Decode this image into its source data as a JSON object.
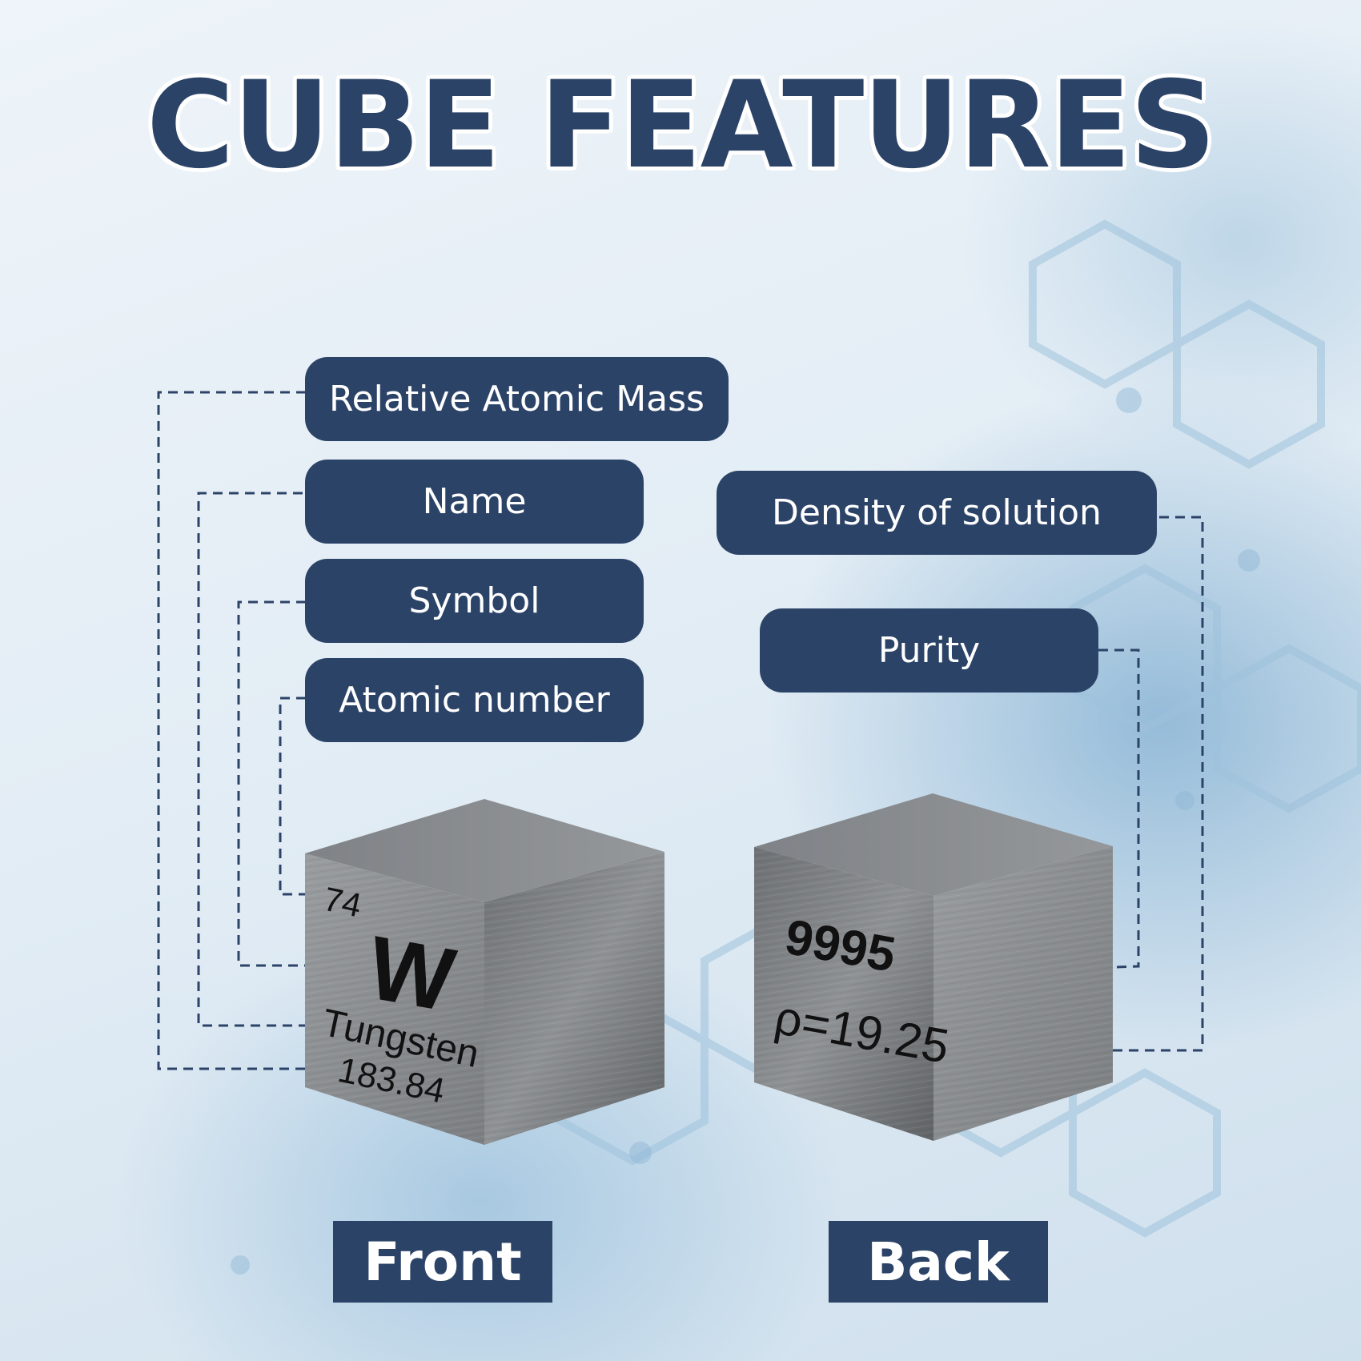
{
  "title": "CUBE FEATURES",
  "front_labels": {
    "relative_atomic_mass": "Relative Atomic Mass",
    "name": "Name",
    "symbol": "Symbol",
    "atomic_number": "Atomic number"
  },
  "back_labels": {
    "density": "Density of solution",
    "purity": "Purity"
  },
  "front_cube": {
    "atomic_number": "74",
    "symbol": "W",
    "name": "Tungsten",
    "mass": "183.84"
  },
  "back_cube": {
    "purity": "9995",
    "density": "ρ=19.25"
  },
  "tags": {
    "front": "Front",
    "back": "Back"
  },
  "colors": {
    "navy": "#2c4368",
    "background": "#e3edf5",
    "metal": "#8a8d90"
  }
}
